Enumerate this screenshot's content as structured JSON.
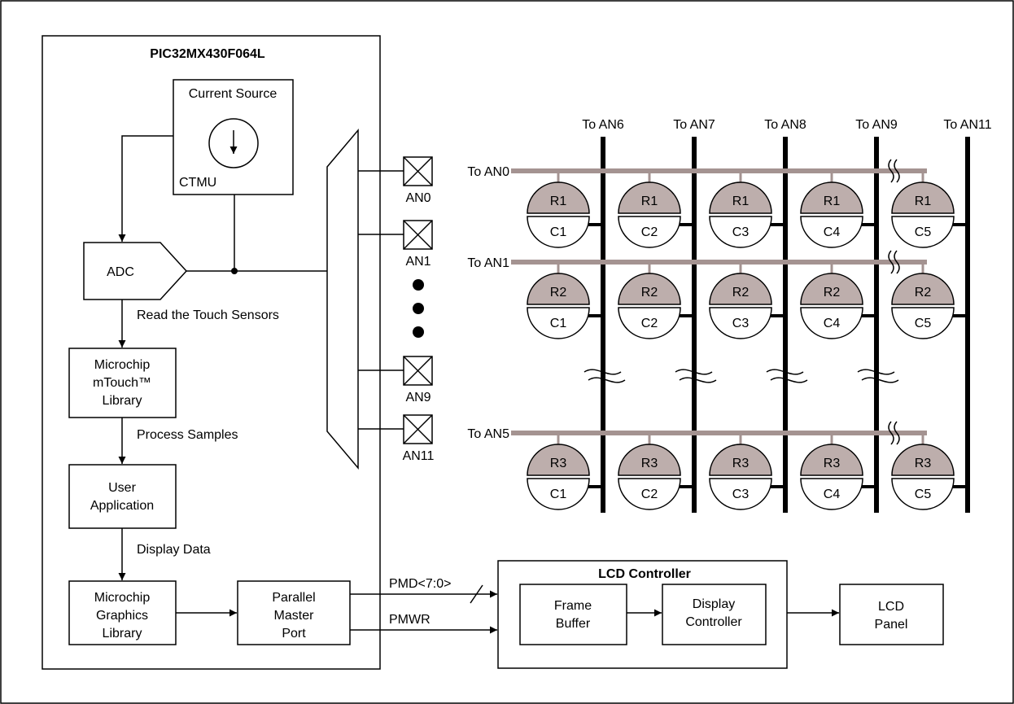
{
  "mcu": {
    "title": "PIC32MX430F064L",
    "current_source": "Current Source",
    "ctmu": "CTMU",
    "adc": "ADC",
    "read_sensors": "Read the Touch Sensors",
    "mtouch_lib": [
      "Microchip",
      "mTouch™",
      "Library"
    ],
    "process_samples": "Process Samples",
    "user_app": [
      "User",
      "Application"
    ],
    "display_data": "Display Data",
    "graphics_lib": [
      "Microchip",
      "Graphics",
      "Library"
    ],
    "pmp": [
      "Parallel",
      "Master",
      "Port"
    ]
  },
  "pins": [
    "AN0",
    "AN1",
    "AN9",
    "AN11"
  ],
  "signals": {
    "pmd": "PMD<7:0>",
    "pmwr": "PMWR"
  },
  "matrix": {
    "columns": [
      "To AN6",
      "To AN7",
      "To AN8",
      "To AN9",
      "To AN11"
    ],
    "rows": [
      {
        "to": "To AN0",
        "r": "R1"
      },
      {
        "to": "To AN1",
        "r": "R2"
      },
      {
        "to": "To AN5",
        "r": "R3"
      }
    ],
    "caps": [
      "C1",
      "C2",
      "C3",
      "C4",
      "C5"
    ]
  },
  "lcd": {
    "controller": "LCD Controller",
    "frame_buffer": [
      "Frame",
      "Buffer"
    ],
    "display_controller": [
      "Display",
      "Controller"
    ],
    "panel": [
      "LCD",
      "Panel"
    ]
  }
}
